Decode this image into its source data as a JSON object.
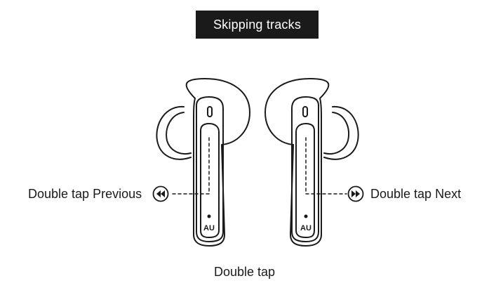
{
  "title": "Skipping tracks",
  "labels": {
    "left": "Double tap Previous",
    "right": "Double tap Next",
    "bottom": "Double tap"
  },
  "logo_text": "AU",
  "icons": {
    "previous": "rewind-icon",
    "next": "fast-forward-icon"
  },
  "colors": {
    "line": "#1a1a1a",
    "badge_bg": "#1a1a1a",
    "badge_text": "#ffffff"
  }
}
